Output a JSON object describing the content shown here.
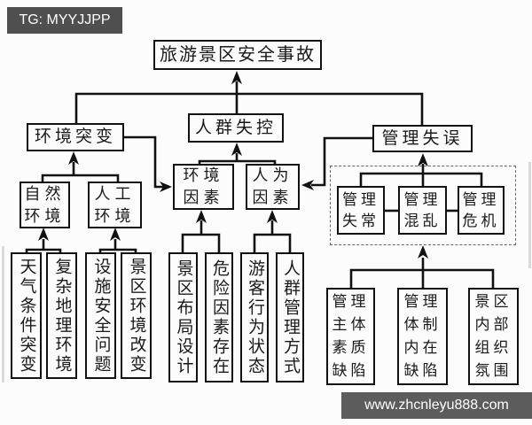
{
  "badge": {
    "label": "TG: MYYJJPP"
  },
  "watermark": {
    "label": "www.zhcnleyu888.com"
  },
  "colors": {
    "line": "#111111",
    "text": "#1a1a1a",
    "badge_bg": "#4f4f4f",
    "watermark_bg": "#5c5c5c",
    "background": "#fcfcfc"
  },
  "diagram": {
    "title": "旅游景区安全事故",
    "level2": {
      "env_sudden_change": "环境突变",
      "crowd_out_of_control": "人群失控",
      "management_error": "管理失误"
    },
    "level3": {
      "natural_environment": "自然环境",
      "artificial_environment": "人工环境",
      "environmental_factors": "环境因素",
      "human_factors": "人为因素",
      "management_abnormality": "管理失常",
      "management_chaos": "管理混乱",
      "management_crisis": "管理危机"
    },
    "level4": {
      "weather_condition_change": "天气条件突变",
      "complex_geographic_env": "复杂地理环境",
      "facility_safety_problem": "设施安全问题",
      "scenic_env_change": "景区环境改变",
      "scenic_layout_design": "景区布局设计",
      "hazard_factor_exists": "危险因素存在",
      "tourist_behavior_state": "游客行为状态",
      "crowd_management_method": "人群管理方式",
      "mgmt_subject_quality_defect": "管理主体素质缺陷",
      "mgmt_system_inherent_defect": "管理体制内在缺陷",
      "scenic_internal_org_atmosphere": "景区内部组织氛围"
    }
  }
}
